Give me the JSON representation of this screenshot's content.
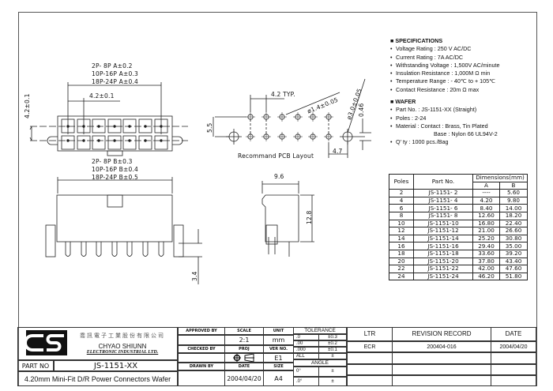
{
  "drawing": {
    "a_tolerances": [
      "2P- 8P A±0.2",
      "10P-16P A±0.3",
      "18P-24P A±0.4"
    ],
    "b_tolerances": [
      "2P- 8P B±0.3",
      "10P-16P B±0.4",
      "18P-24P B±0.5"
    ],
    "pitch_dim": "4.2±0.1",
    "row_pitch_dim": "4.2±0.1",
    "pcb": {
      "typ_pitch": "4.2 TYP.",
      "hole_small": "ø1.4±0.05",
      "hole_large": "ø3.0±0.05",
      "row_gap": "5.5",
      "offset": "0.46",
      "edge": "4.7",
      "caption": "Recommand PCB Layout"
    },
    "pin_length": "3.4",
    "side_width": "9.6",
    "side_height": "12.8"
  },
  "specifications": {
    "title": "SPECIFICATIONS",
    "items": [
      "Voltage Rating : 250 V AC/DC",
      "Current Rating : 7A AC/DC",
      "Withstanding Voltage : 1,500V AC/minute",
      "Insulation Resistance : 1,000M Ω min",
      "Temperature Range : - 40℃ to + 105℃",
      "Contact Resistance : 20m Ω max"
    ]
  },
  "wafer": {
    "title": "WAFER",
    "items": [
      "Part No. : JS-1151-XX (Straight)",
      "Poles : 2-24",
      "Material : Contact : Brass, Tin Plated"
    ],
    "material_base": "Base : Nylon 66 UL94V-2",
    "qty": "Q' ty : 1000  pcs./Bag"
  },
  "dimension_table": {
    "headers": {
      "poles": "Poles",
      "part": "Part No.",
      "dims": "Dimensions(mm)",
      "a": "A",
      "b": "B"
    },
    "rows": [
      [
        "2",
        "JS-1151-  2",
        "----",
        "5.60"
      ],
      [
        "4",
        "JS-1151-  4",
        "4.20",
        "9.80"
      ],
      [
        "6",
        "JS-1151-  6",
        "8.40",
        "14.00"
      ],
      [
        "8",
        "JS-1151-  8",
        "12.60",
        "18.20"
      ],
      [
        "10",
        "JS-1151-10",
        "16.80",
        "22.40"
      ],
      [
        "12",
        "JS-1151-12",
        "21.00",
        "26.60"
      ],
      [
        "14",
        "JS-1151-14",
        "25.20",
        "30.80"
      ],
      [
        "16",
        "JS-1151-16",
        "29.40",
        "35.00"
      ],
      [
        "18",
        "JS-1151-18",
        "33.60",
        "39.20"
      ],
      [
        "20",
        "JS-1151-20",
        "37.80",
        "43.40"
      ],
      [
        "22",
        "JS-1151-22",
        "42.00",
        "47.60"
      ],
      [
        "24",
        "JS-1151-24",
        "46.20",
        "51.80"
      ]
    ]
  },
  "title_block": {
    "company_cn": "喬訊電子工業股份有限公司",
    "company_en1": "CHYAO SHIUNN",
    "company_en2": "ELECTRONIC INDUSTRIAL LTD.",
    "part_no_label": "PART NO",
    "part_no": "JS-1151-XX",
    "description": "4.20mm Mini-Fit D/R Power Connectors Wafer",
    "approved_by": "APPROVED BY",
    "checked_by": "CHECKED BY",
    "drawn_by": "DRAWN BY",
    "scale_label": "SCALE",
    "scale": "2:1",
    "unit_label": "UNIT",
    "unit": "mm",
    "proj_label": "PROJ",
    "ver_label": "VER NO.",
    "ver": "E1",
    "date_label": "DATE",
    "date": "2004/04/20",
    "size_label": "SIZE",
    "size": "A4",
    "tolerance_label": "TOLERANCE",
    "tolerances": [
      [
        ".0",
        "±0.3"
      ],
      [
        ".00",
        "±0.2"
      ],
      [
        ".000",
        "±0.1"
      ],
      [
        "ALL",
        "±"
      ]
    ],
    "angle_label": "ANGLE",
    "angles": [
      [
        "0°",
        "±"
      ],
      [
        ".0°",
        "±"
      ]
    ],
    "revision": {
      "ltr": "LTR",
      "record": "REVISION  RECORD",
      "date": "DATE",
      "rows": [
        [
          "ECR",
          "200404-016",
          "2004/04/20"
        ]
      ]
    },
    "colors": {
      "line": "#333333",
      "logo": "#111111"
    }
  }
}
